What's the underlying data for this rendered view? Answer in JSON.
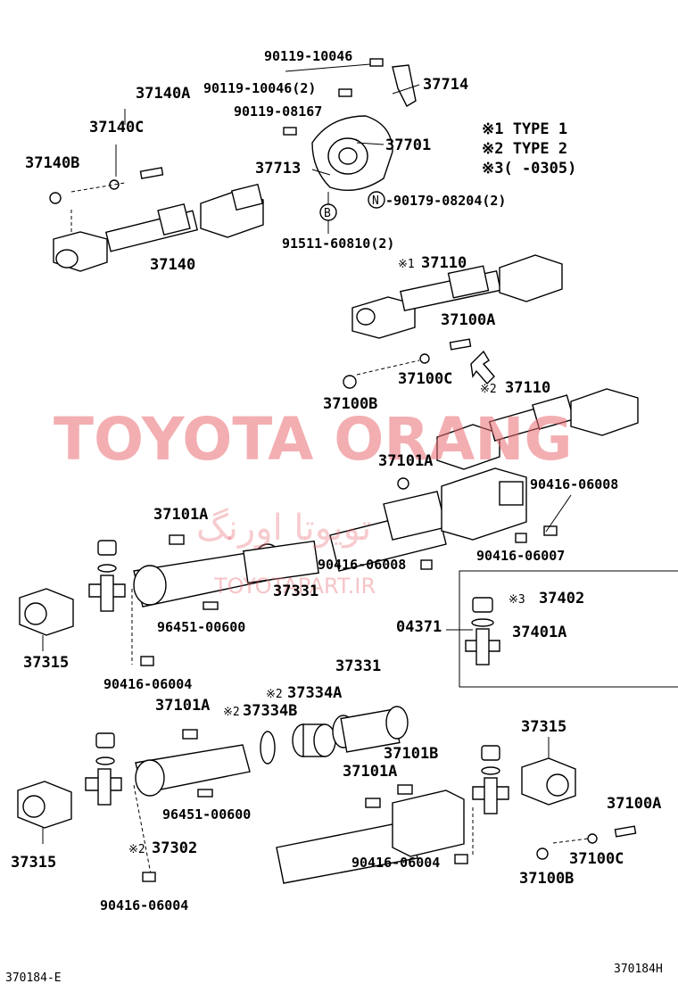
{
  "legend": {
    "type1": "※1 TYPE 1",
    "type2": "※2 TYPE 2",
    "type3": "※3(     -0305)"
  },
  "watermark": {
    "main": "TOYOTA ORANG",
    "persian": "تویوتا اورنگ",
    "url": "TOYOTAPART.IR"
  },
  "labels": {
    "l1": "90119-10046",
    "l2": "37714",
    "l3": "37140A",
    "l4": "90119-10046(2)",
    "l5": "90119-08167",
    "l6": "37140C",
    "l7": "37701",
    "l8": "37140B",
    "l9": "37713",
    "l10": "-90179-08204(2)",
    "l11": "91511-60810(2)",
    "l12": "37140",
    "l13": "37110",
    "l14": "37100A",
    "l15": "37100C",
    "l16": "37100B",
    "l17": "37110",
    "l18": "37101A",
    "l19": "90416-06008",
    "l20": "37101A",
    "l21": "90416-06008",
    "l22": "90416-06007",
    "l23": "37331",
    "l24": "37402",
    "l25": "04371",
    "l26": "37401A",
    "l27": "37315",
    "l28": "96451-00600",
    "l29": "90416-06004",
    "l30": "37331",
    "l31": "37334A",
    "l32": "37101A",
    "l33": "37334B",
    "l34": "37315",
    "l35": "37101B",
    "l36": "37101A",
    "l37": "96451-00600",
    "l38": "37100A",
    "l39": "37302",
    "l40": "37100C",
    "l41": "37315",
    "l42": "90416-06004",
    "l43": "37100B",
    "l44": "90416-06004"
  },
  "markers": {
    "n": "N",
    "b": "B",
    "m1": "※1",
    "m2": "※2",
    "m3": "※3",
    "m4": "※2",
    "m5": "※2",
    "m6": "※2"
  },
  "footer": {
    "left": "370184-E",
    "right": "370184H"
  }
}
